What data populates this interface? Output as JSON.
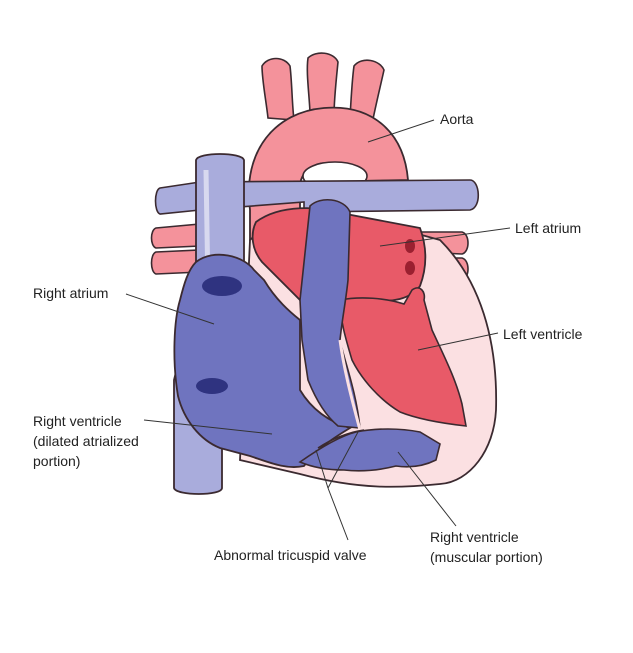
{
  "labels": {
    "aorta": "Aorta",
    "left_atrium": "Left atrium",
    "left_ventricle": "Left ventricle",
    "right_atrium": "Right atrium",
    "right_ventricle_line1": "Right ventricle",
    "right_ventricle_line2": "(dilated atrialized",
    "right_ventricle_line3": "portion)",
    "tricuspid": "Abnormal tricuspid valve",
    "rv_muscular_line1": "Right ventricle",
    "rv_muscular_line2": "(muscular portion)"
  },
  "colors": {
    "blue_fill": "#6f74bf",
    "blue_light": "#a9acdc",
    "red_fill": "#e85a68",
    "pink_fill": "#f59aa3",
    "myocardium": "#fbe0e2",
    "outline": "#3b2a30",
    "leader": "#333333"
  }
}
